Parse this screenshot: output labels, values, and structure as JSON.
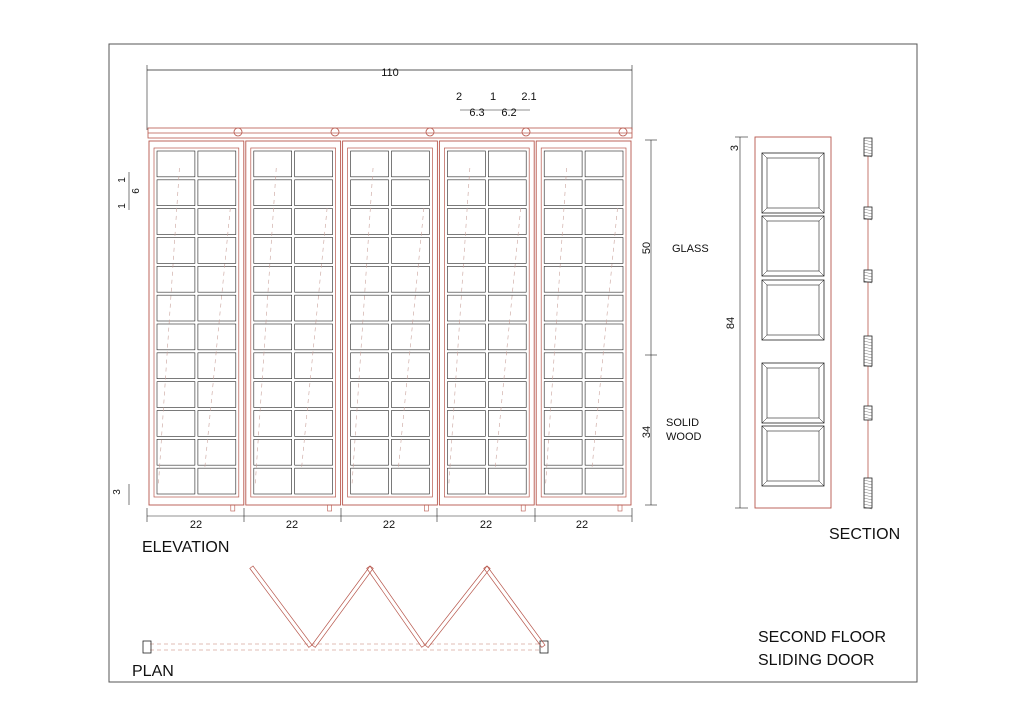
{
  "colors": {
    "frame": "#b7564b",
    "line": "#222222",
    "glass_dash": "#c9a29b",
    "plan_dash": "#d9a89f"
  },
  "titles": {
    "elevation": "ELEVATION",
    "section": "SECTION",
    "plan": "PLAN",
    "drawing_title_line1": "SECOND FLOOR",
    "drawing_title_line2": "SLIDING DOOR"
  },
  "dimensions": {
    "overall_width": "110",
    "top_detail": [
      "2",
      "1",
      "2.1",
      "6.3",
      "6.2"
    ],
    "panel_widths": [
      "22",
      "22",
      "22",
      "22",
      "22"
    ],
    "left_detail": [
      "1",
      "6",
      "1"
    ],
    "bottom_rail": "3",
    "glass_height": "50",
    "wood_height": "34",
    "section_height": "84",
    "section_top": "3"
  },
  "notes": {
    "glass": "GLASS",
    "solid": "SOLID",
    "wood": "WOOD"
  },
  "drawing": {
    "panel_count": 5,
    "glass_rows": 12,
    "glass_cols": 2,
    "section_panels": 5
  }
}
